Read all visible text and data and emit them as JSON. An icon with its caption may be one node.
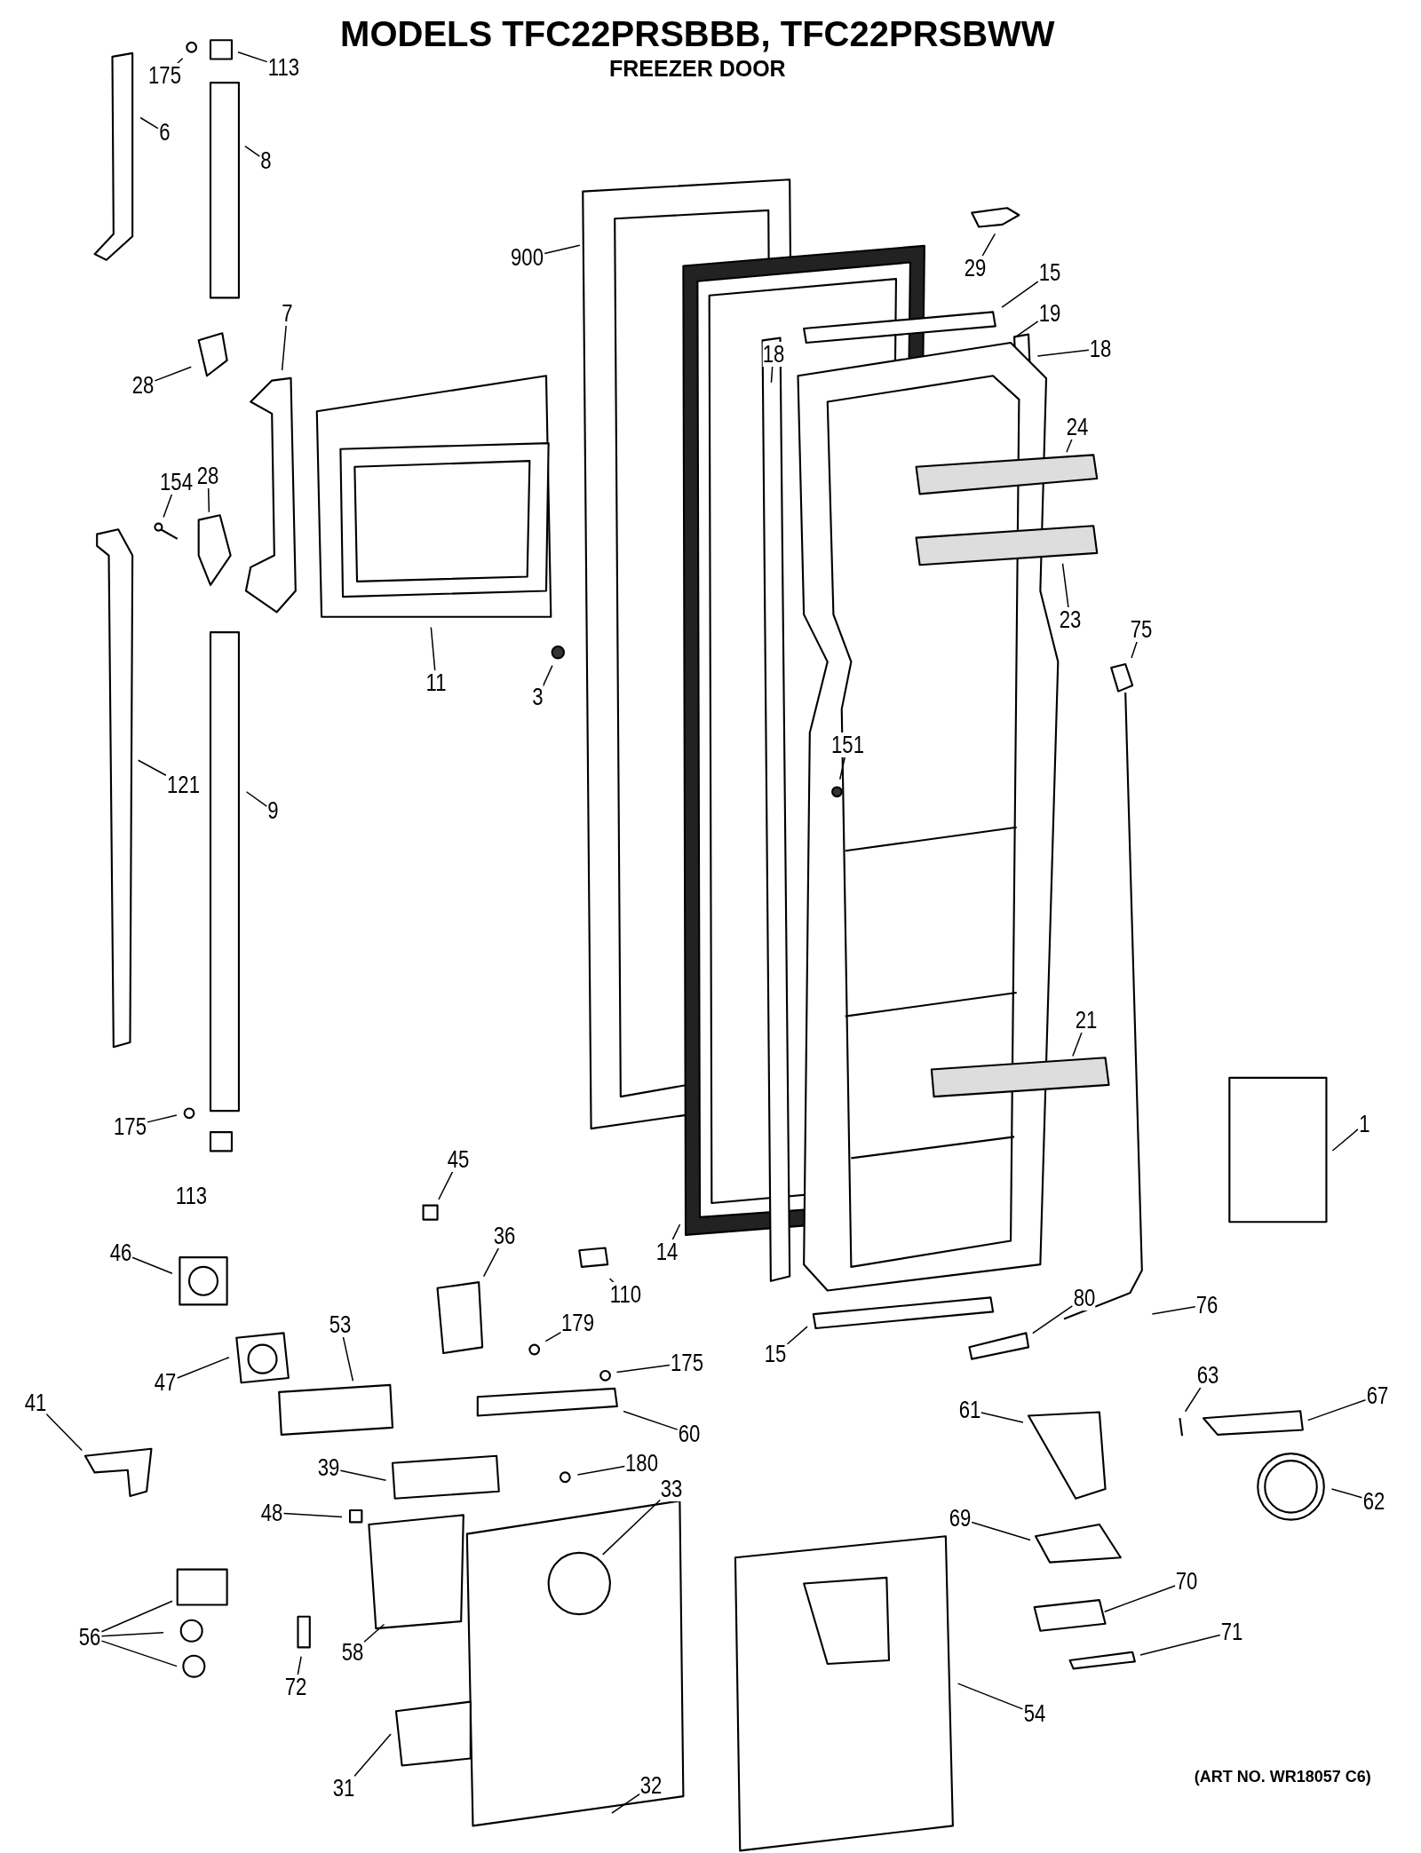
{
  "diagram": {
    "title": "MODELS TFC22PRSBBB, TFC22PRSBWW",
    "nodes": [
      {
        "text": [
          "175"
        ]
      },
      {
        "text": [
          "113"
        ]
      },
      {
        "text": [
          "6"
        ]
      },
      {
        "text": [
          "8"
        ]
      },
      {
        "text": [
          "900"
        ]
      },
      {
        "text": [
          "29"
        ]
      },
      {
        "text": [
          "15"
        ]
      },
      {
        "text": [
          "19"
        ]
      },
      {
        "text": [
          "7"
        ]
      },
      {
        "text": [
          "18"
        ]
      },
      {
        "text": [
          "18"
        ]
      },
      {
        "text": [
          "28"
        ]
      },
      {
        "text": [
          "24"
        ]
      },
      {
        "text": [
          "154"
        ]
      },
      {
        "text": [
          "28"
        ]
      },
      {
        "text": [
          "23"
        ]
      },
      {
        "text": [
          "75"
        ]
      },
      {
        "text": [
          "11"
        ]
      },
      {
        "text": [
          "3"
        ]
      },
      {
        "text": [
          "151"
        ]
      },
      {
        "text": [
          "121"
        ]
      },
      {
        "text": [
          "9"
        ]
      },
      {
        "text": [
          "21"
        ]
      },
      {
        "text": [
          "1"
        ]
      },
      {
        "text": [
          "175"
        ]
      },
      {
        "text": [
          "45"
        ]
      },
      {
        "text": [
          "36"
        ]
      },
      {
        "text": [
          "14"
        ]
      },
      {
        "text": [
          "46"
        ]
      },
      {
        "text": [
          "110"
        ]
      },
      {
        "text": [
          "80"
        ]
      },
      {
        "text": [
          "76"
        ]
      },
      {
        "text": [
          "53"
        ]
      },
      {
        "text": [
          "179"
        ]
      },
      {
        "text": [
          "15"
        ]
      },
      {
        "text": [
          "47"
        ]
      },
      {
        "text": [
          "175"
        ]
      },
      {
        "text": [
          "63"
        ]
      },
      {
        "text": [
          "41"
        ]
      },
      {
        "text": [
          "61"
        ]
      },
      {
        "text": [
          "67"
        ]
      },
      {
        "text": [
          "60"
        ]
      },
      {
        "text": [
          "39"
        ]
      },
      {
        "text": [
          "180"
        ]
      },
      {
        "text": [
          "33"
        ]
      },
      {
        "text": [
          "62"
        ]
      },
      {
        "text": [
          "48"
        ]
      },
      {
        "text": [
          "69"
        ]
      },
      {
        "text": [
          "70"
        ]
      },
      {
        "text": [
          "56"
        ]
      },
      {
        "text": [
          "58"
        ]
      },
      {
        "text": [
          "71"
        ]
      },
      {
        "text": [
          "72"
        ]
      },
      {
        "text": [
          "54"
        ]
      },
      {
        "text": [
          "31"
        ]
      },
      {
        "text": [
          "32"
        ]
      }
    ],
    "edges": [
      {
        "from": 0,
        "to": null,
        "arrow": "none"
      },
      {
        "from": 1,
        "to": null,
        "arrow": "none"
      },
      {
        "from": 2,
        "to": null,
        "arrow": "none"
      },
      {
        "from": 3,
        "to": null,
        "arrow": "none"
      },
      {
        "from": 4,
        "to": null,
        "arrow": "none"
      },
      {
        "from": 5,
        "to": null,
        "arrow": "none"
      },
      {
        "from": 6,
        "to": null,
        "arrow": "none"
      },
      {
        "from": 7,
        "to": null,
        "arrow": "none"
      },
      {
        "from": 8,
        "to": null,
        "arrow": "none"
      },
      {
        "from": 9,
        "to": null,
        "arrow": "none"
      },
      {
        "from": 10,
        "to": null,
        "arrow": "none"
      },
      {
        "from": 11,
        "to": null,
        "arrow": "none"
      },
      {
        "from": 12,
        "to": null,
        "arrow": "none"
      },
      {
        "from": 13,
        "to": null,
        "arrow": "none"
      },
      {
        "from": 14,
        "to": null,
        "arrow": "none"
      },
      {
        "from": 15,
        "to": null,
        "arrow": "none"
      },
      {
        "from": 16,
        "to": null,
        "arrow": "none"
      },
      {
        "from": 17,
        "to": null,
        "arrow": "none"
      },
      {
        "from": 18,
        "to": null,
        "arrow": "none"
      },
      {
        "from": 19,
        "to": null,
        "arrow": "none"
      },
      {
        "from": 20,
        "to": null,
        "arrow": "none"
      },
      {
        "from": 21,
        "to": null,
        "arrow": "none"
      },
      {
        "from": 22,
        "to": null,
        "arrow": "none"
      },
      {
        "from": 23,
        "to": null,
        "arrow": "none"
      },
      {
        "from": 24,
        "to": null,
        "arrow": "none"
      },
      {
        "from": 25,
        "to": null,
        "arrow": "none"
      },
      {
        "from": 26,
        "to": null,
        "arrow": "none"
      },
      {
        "from": 27,
        "to": null,
        "arrow": "none"
      },
      {
        "from": 28,
        "to": null,
        "arrow": "none"
      },
      {
        "from": 29,
        "to": null,
        "arrow": "none"
      },
      {
        "from": 30,
        "to": null,
        "arrow": "none"
      },
      {
        "from": 31,
        "to": null,
        "arrow": "none"
      },
      {
        "from": 32,
        "to": null,
        "arrow": "none"
      },
      {
        "from": 33,
        "to": null,
        "arrow": "none"
      },
      {
        "from": 34,
        "to": null,
        "arrow": "none"
      },
      {
        "from": 35,
        "to": null,
        "arrow": "none"
      },
      {
        "from": 36,
        "to": null,
        "arrow": "none"
      },
      {
        "from": 37,
        "to": null,
        "arrow": "none"
      },
      {
        "from": 38,
        "to": null,
        "arrow": "none"
      },
      {
        "from": 39,
        "to": null,
        "arrow": "none"
      },
      {
        "from": 40,
        "to": null,
        "arrow": "none"
      },
      {
        "from": 41,
        "to": null,
        "arrow": "none"
      },
      {
        "from": 42,
        "to": null,
        "arrow": "none"
      },
      {
        "from": 43,
        "to": null,
        "arrow": "none"
      },
      {
        "from": 44,
        "to": null,
        "arrow": "none"
      },
      {
        "from": 45,
        "to": null,
        "arrow": "none"
      },
      {
        "from": 46,
        "to": null,
        "arrow": "none"
      },
      {
        "from": 47,
        "to": null,
        "arrow": "none"
      },
      {
        "from": 48,
        "to": null,
        "arrow": "none"
      },
      {
        "from": 49,
        "to": null,
        "arrow": "none"
      },
      {
        "from": 49,
        "to": null,
        "arrow": "none"
      },
      {
        "from": 49,
        "to": null,
        "arrow": "none"
      },
      {
        "from": 50,
        "to": null,
        "arrow": "none"
      },
      {
        "from": 51,
        "to": null,
        "arrow": "none"
      },
      {
        "from": 52,
        "to": null,
        "arrow": "none"
      },
      {
        "from": 53,
        "to": null,
        "arrow": "none"
      },
      {
        "from": 54,
        "to": null,
        "arrow": "none"
      },
      {
        "from": 55,
        "to": null,
        "arrow": "none"
      }
    ],
    "labels": [
      "FREEZER DOOR",
      "113",
      "(ART NO. WR18057 C6)"
    ]
  }
}
